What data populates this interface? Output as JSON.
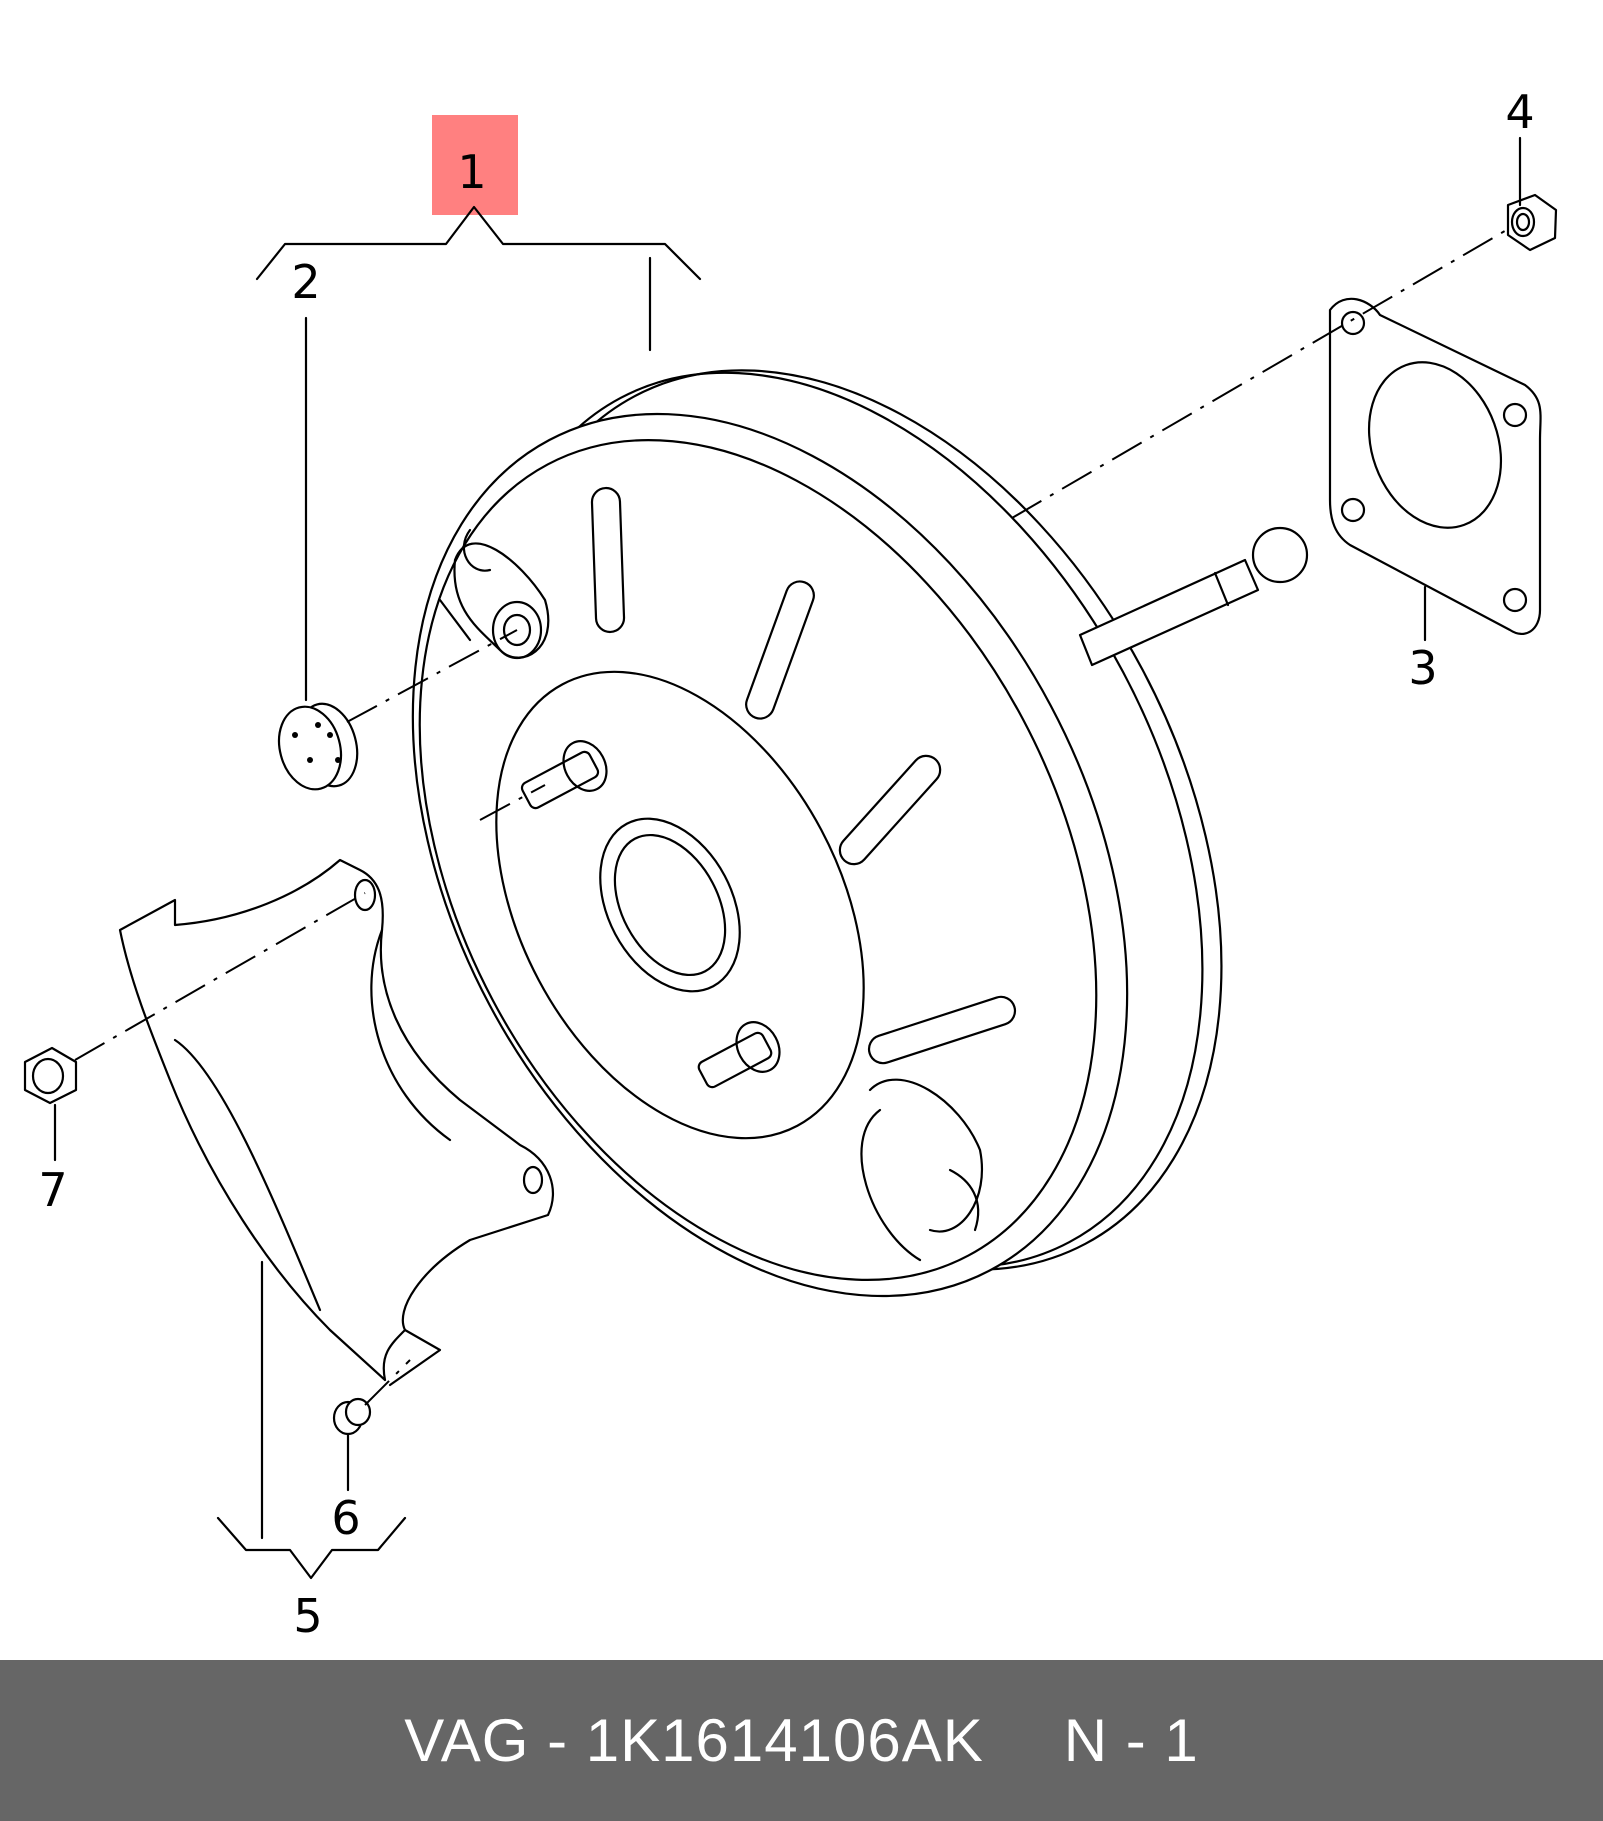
{
  "callouts": {
    "c1": "1",
    "c2": "2",
    "c3": "3",
    "c4": "4",
    "c5": "5",
    "c6": "6",
    "c7": "7"
  },
  "highlight_color": "#ff8080",
  "footer": {
    "part_code": "VAG - 1K1614106AK",
    "quantity": "N - 1",
    "background": "#666666"
  }
}
